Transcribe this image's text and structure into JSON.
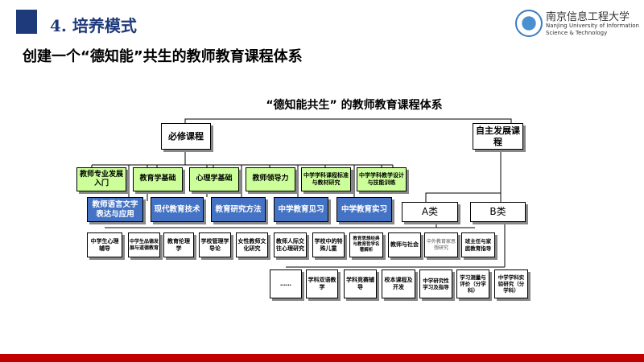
{
  "header": {
    "title": "4. 培养模式",
    "icon": "pencil-square-icon"
  },
  "subtitle": "创建一个“德知能”共生的教师教育课程体系",
  "logo": {
    "cn": "南京信息工程大学",
    "en": "Nanjing University of Information Science & Technology"
  },
  "diagram": {
    "title": "“德知能共生” 的教师教育课程体系",
    "required": "必修课程",
    "elective": "自主发展课程",
    "green": [
      "教师专业发展入门",
      "教育学基础",
      "心理学基础",
      "教师领导力",
      "中学学科课程标准与教材研究",
      "中学学科教学设计与技能训练"
    ],
    "blue": [
      "教师语言文字表达与应用",
      "现代教育技术",
      "教育研究方法",
      "中学教育见习",
      "中学教育实习"
    ],
    "category_a": "A类",
    "category_b": "B类",
    "row3": [
      "中学生心理辅导",
      "中学生品德发展与道德教育",
      "教育伦理学",
      "学校管理学导论",
      "女性教师文化研究",
      "教师人际交往心理研究",
      "学校中的特殊儿童",
      "教育思想经典与教育哲学名著解析",
      "教师与社会",
      "中外教育家思想研究",
      "班主任与家庭教育指导"
    ],
    "row4": [
      "……",
      "学科双语教学",
      "学科竞赛辅导",
      "校本课程及开发",
      "中学研究性学习及指导",
      "学习测量与评价（分学科）",
      "中学学科实验研究（分学科）"
    ]
  },
  "colors": {
    "brand": "#1f3a7a",
    "green": "#ccff99",
    "blue": "#4472c4",
    "bar": "#c00000"
  }
}
